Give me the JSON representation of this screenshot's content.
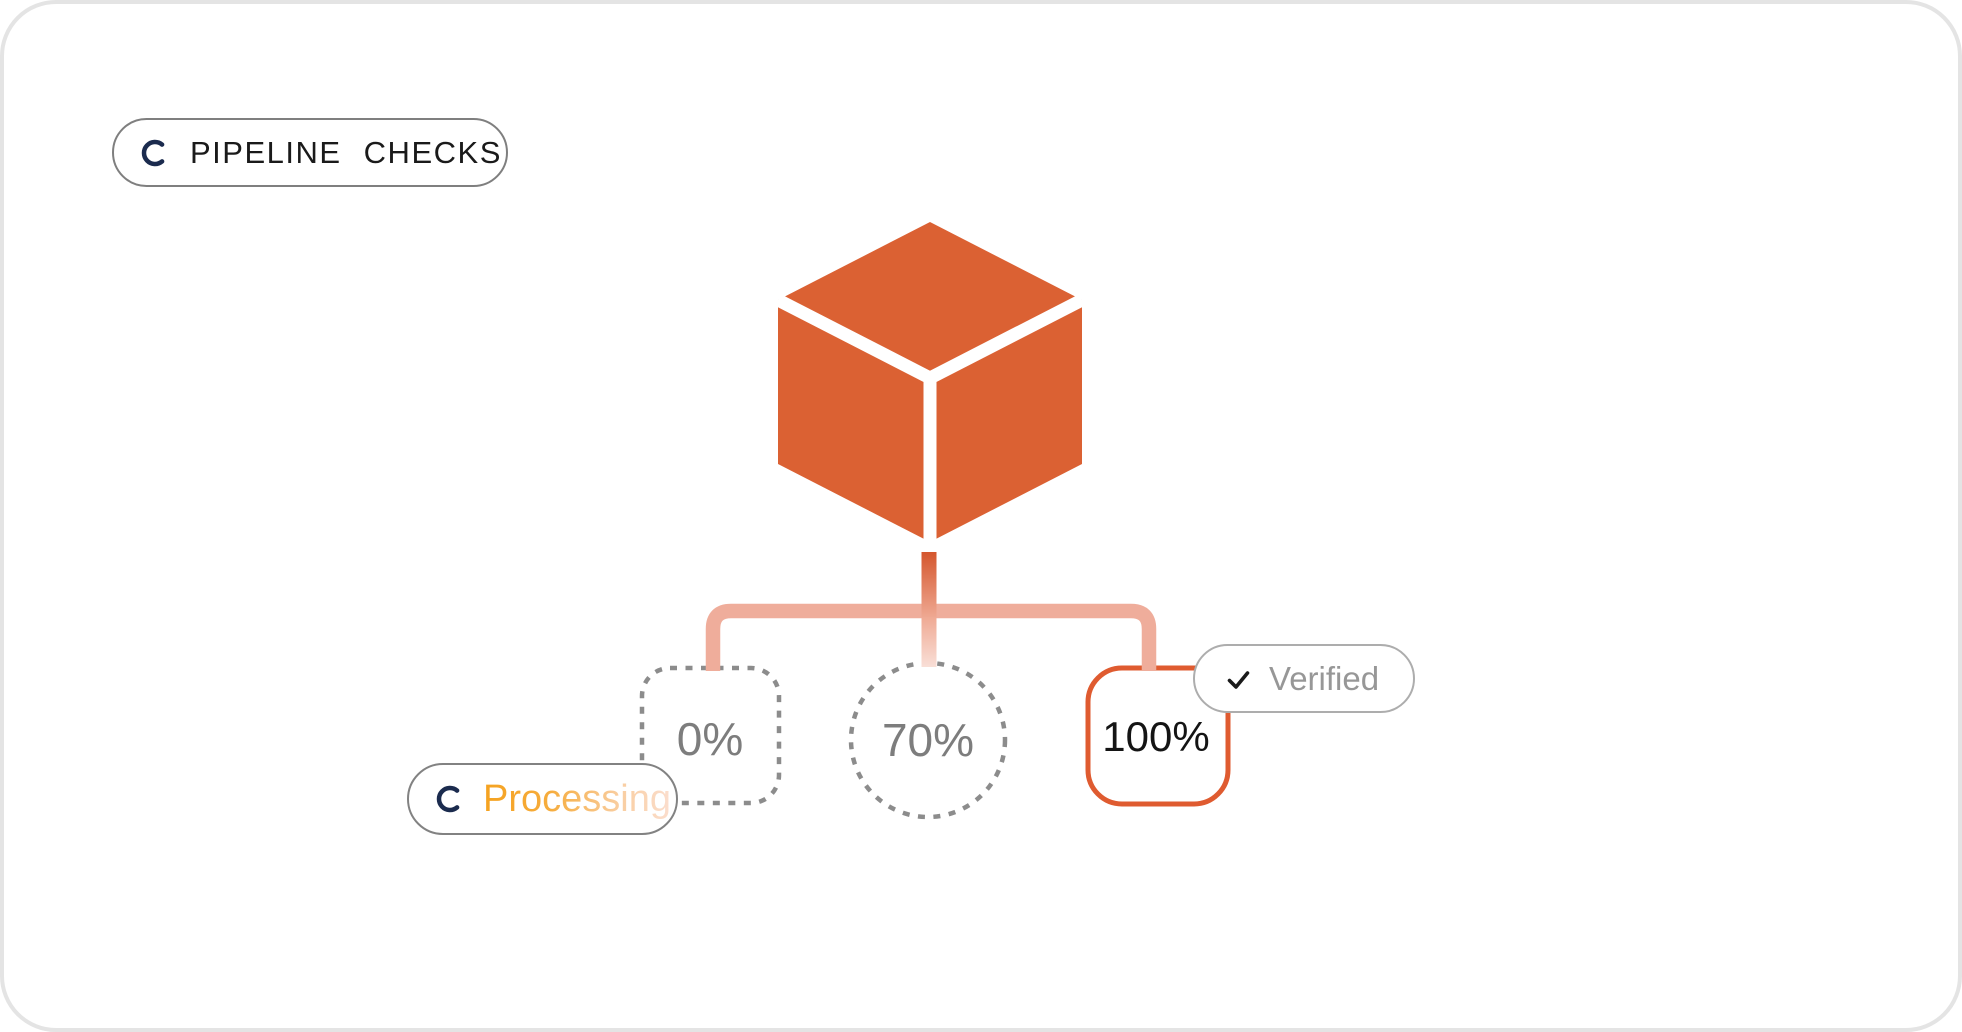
{
  "header_badge": {
    "icon": "spinner-icon",
    "label": "PIPELINE CHECKS"
  },
  "pipeline": {
    "root": {
      "shape": "cube",
      "color": "#DB6133"
    },
    "nodes": [
      {
        "shape": "dashed-square",
        "state": "pending",
        "progress": "0%",
        "badge": {
          "icon": "spinner-icon",
          "label": "Processing"
        }
      },
      {
        "shape": "dashed-circle",
        "state": "in-progress",
        "progress": "70%"
      },
      {
        "shape": "solid-square",
        "state": "complete",
        "progress": "100%",
        "badge": {
          "icon": "check-icon",
          "label": "Verified"
        }
      }
    ]
  },
  "colors": {
    "cube_orange": "#DB6133",
    "connector_salmon": "#EFAD9B",
    "connector_dark": "#D4562D",
    "connector_fade": "#F9DFD7",
    "verified_box_border": "#DF5B30",
    "dash_gray": "#8C8C8C",
    "progress_text_gray": "#7D7D7D",
    "progress_text_black": "#141414",
    "spinner_navy": "#1B2B4E",
    "processing_gradient_start": "#F5A21F",
    "processing_gradient_end": "#FBDECE",
    "verified_text": "#979797",
    "checkmark_black": "#1A1A1A",
    "badge_border_gray": "#7F7F7F",
    "card_border": "#E4E4E4"
  }
}
